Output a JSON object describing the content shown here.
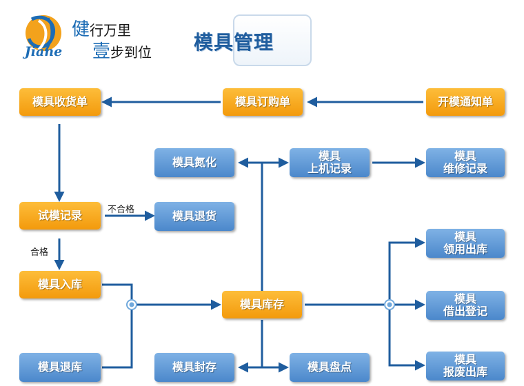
{
  "header": {
    "logo_text": "Jiane",
    "slogan_line1_big": "健",
    "slogan_line1_rest": "行万里",
    "slogan_line2_big": "壹",
    "slogan_line2_rest": "步到位",
    "title": "模具管理"
  },
  "nodes": {
    "shouhuo": "模具收货单",
    "dinggou": "模具订购单",
    "kaimo": "开模通知单",
    "danhua": "模具氮化",
    "shangji_1": "模具",
    "shangji_2": "上机记录",
    "weixiu_1": "模具",
    "weixiu_2": "维修记录",
    "shimo": "试模记录",
    "tuihuo": "模具退货",
    "lingyong_1": "模具",
    "lingyong_2": "领用出库",
    "ruku": "模具入库",
    "kucun": "模具库存",
    "jiechu_1": "模具",
    "jiechu_2": "借出登记",
    "tuiku": "模具退库",
    "fengcun": "模具封存",
    "pandian": "模具盘点",
    "baofei_1": "模具",
    "baofei_2": "报废出库"
  },
  "labels": {
    "buhege": "不合格",
    "hege": "合格"
  },
  "colors": {
    "orange": "#f5a11a",
    "blue": "#5a93d3",
    "line": "#1f5d9e",
    "connector": "#6fa8dc"
  }
}
